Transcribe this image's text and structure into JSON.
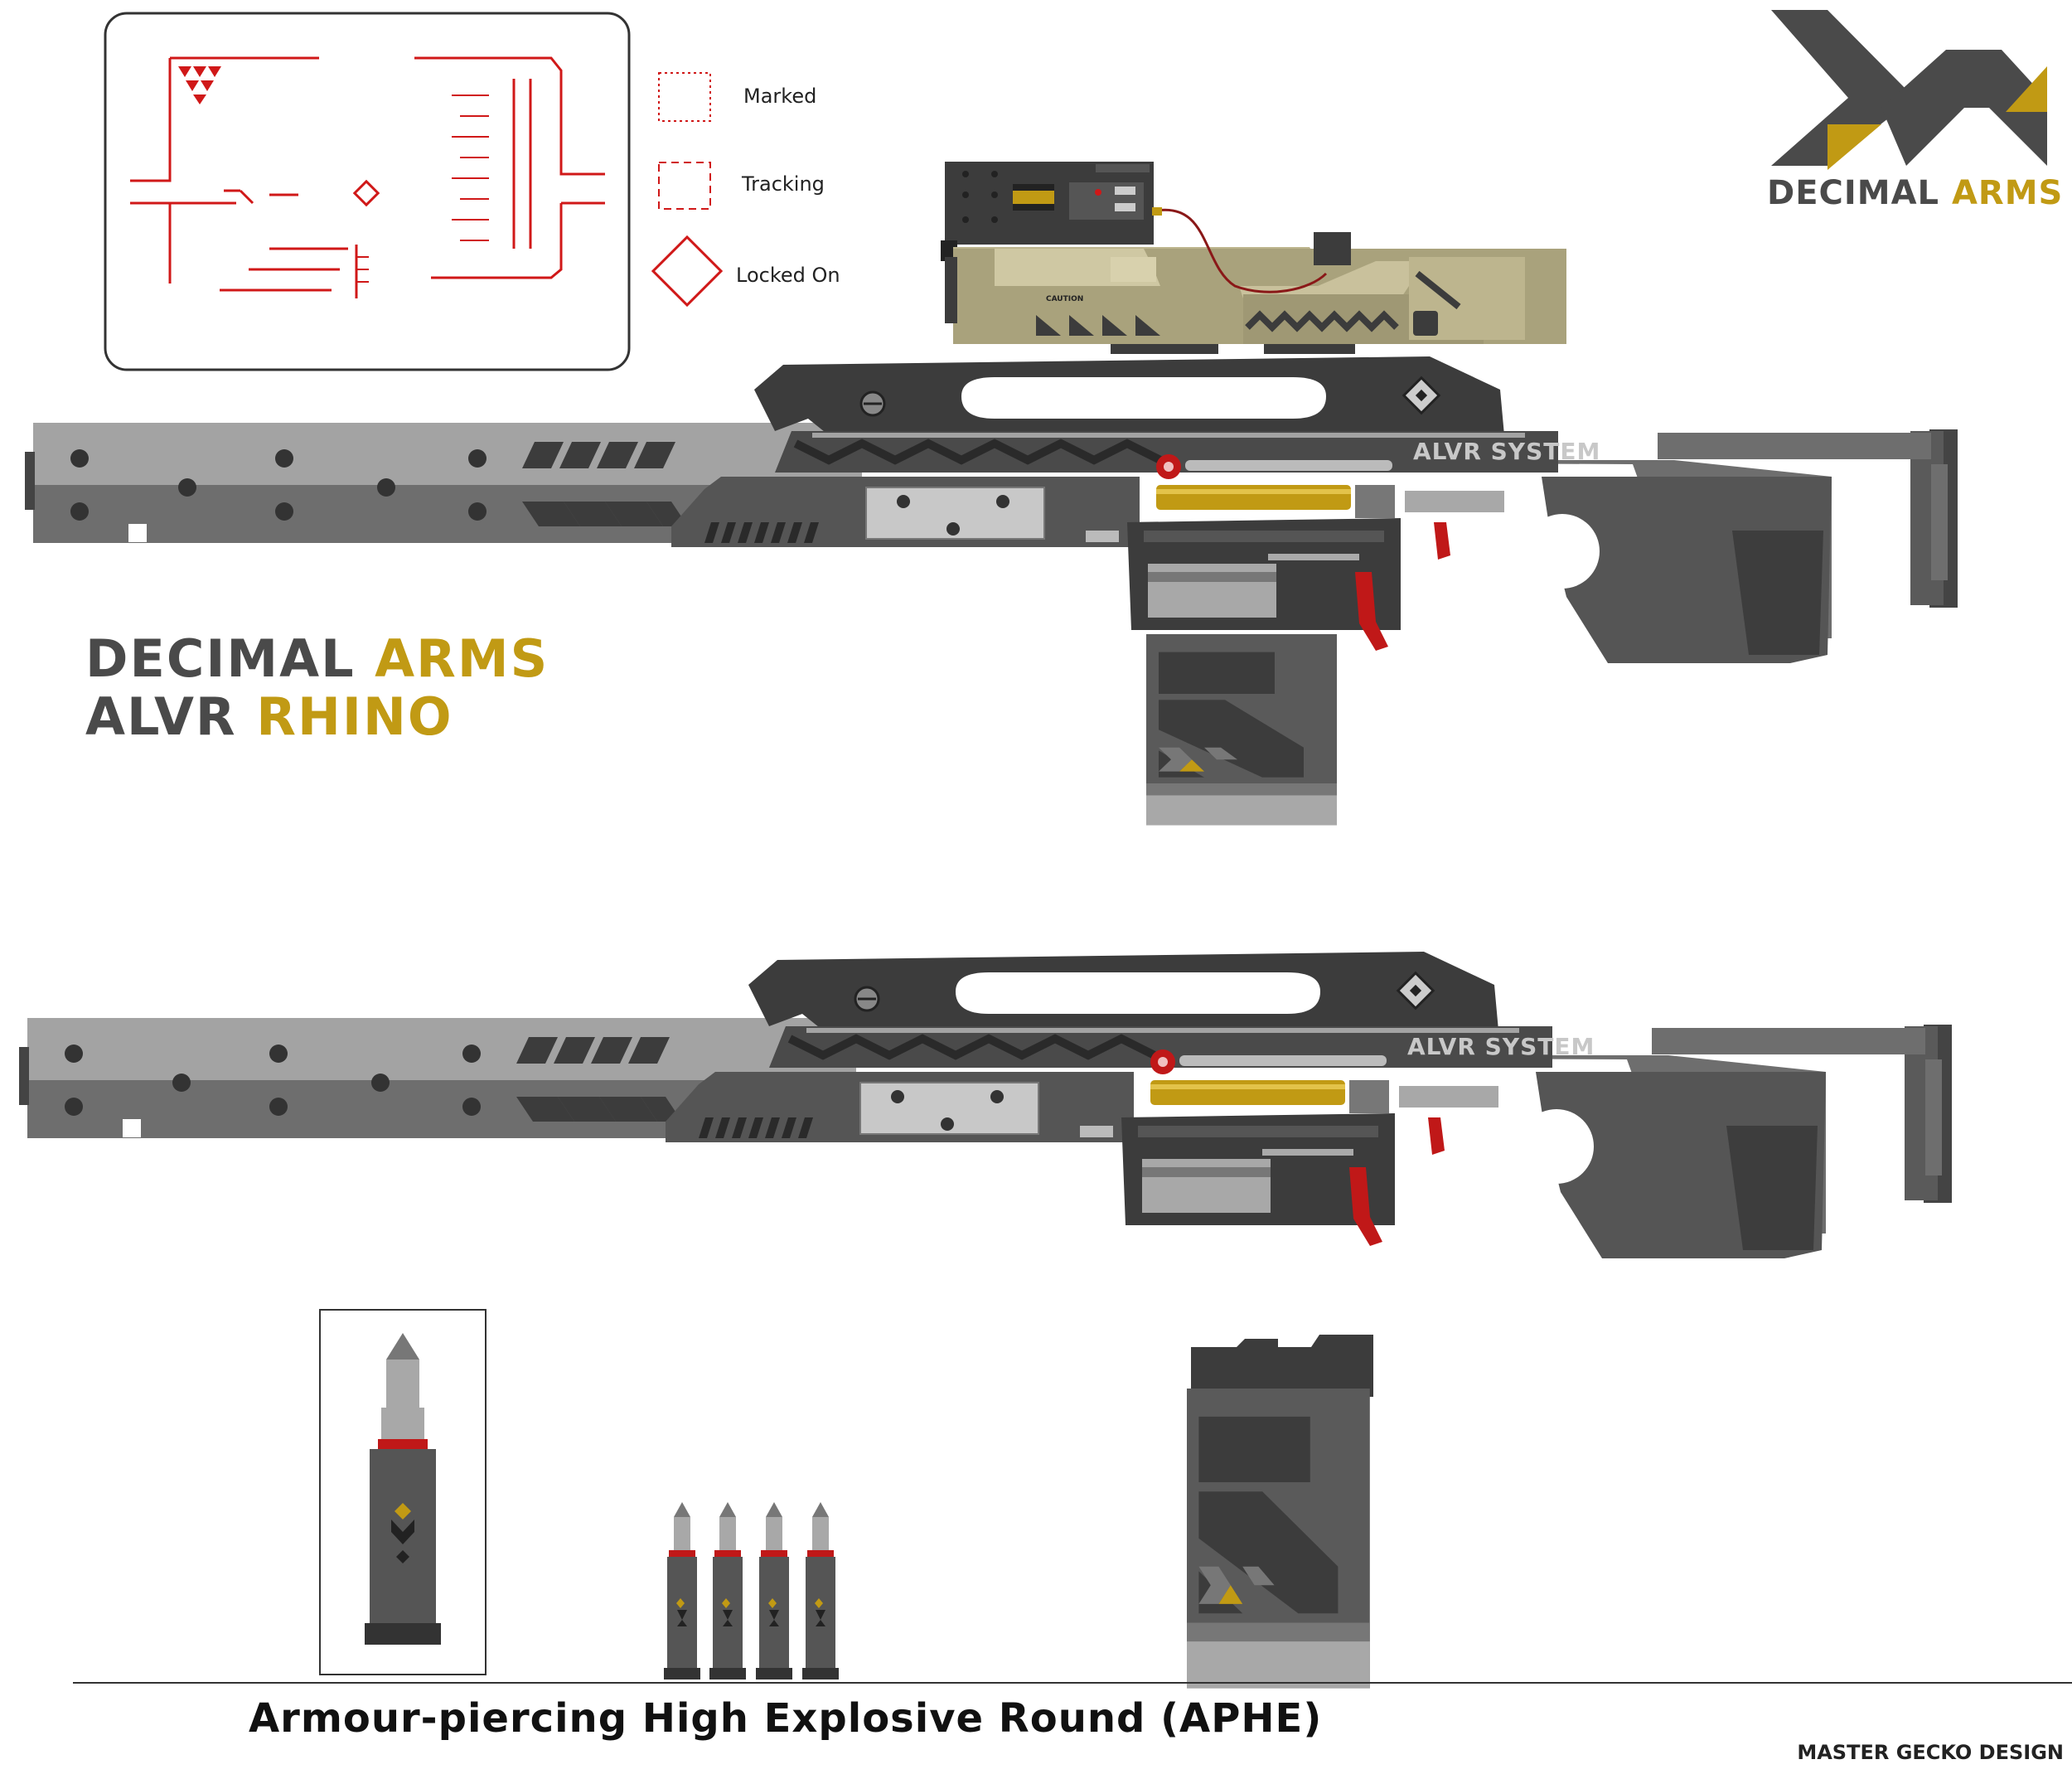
{
  "legend": {
    "marked": "Marked",
    "tracking": "Tracking",
    "locked_on": "Locked On"
  },
  "logo": {
    "brand_left": "DECIMAL",
    "brand_right": "ARMS"
  },
  "title": {
    "line1_a": "DECIMAL",
    "line1_b": "ARMS",
    "line2_a": "ALVR",
    "line2_b": "RHINO"
  },
  "rifle_top": {
    "side_text": "ALVR SYSTEM"
  },
  "rifle_bottom": {
    "side_text": "ALVR SYSTEM"
  },
  "scope": {
    "caution_label": "CAUTION"
  },
  "caption": "Armour-piercing High Explosive Round (APHE)",
  "credit": "MASTER GECKO DESIGN",
  "colors": {
    "dark_grey": "#3c3c3c",
    "mid_grey": "#6e6e6e",
    "light_grey": "#a8a8a8",
    "gold": "#c19a14",
    "red": "#c01818",
    "tan": "#bdb58e"
  },
  "icons": [
    "reticle-triangles-icon",
    "diamond-marker-icon",
    "screw-icon",
    "chevron-pattern-icon"
  ]
}
